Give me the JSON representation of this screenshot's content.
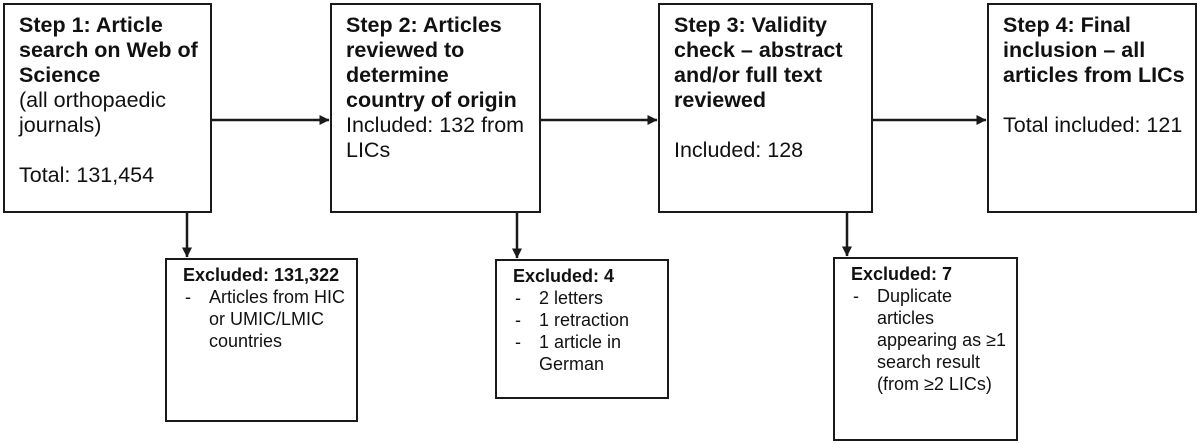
{
  "steps": [
    {
      "title": "Step 1: Article search on Web of Science",
      "detail": "(all orthopaedic journals)",
      "count": "Total: 131,454"
    },
    {
      "title": "Step 2: Articles reviewed to determine country of origin",
      "count": "Included: 132 from LICs"
    },
    {
      "title": "Step 3: Validity check – abstract and/or full text reviewed",
      "count": "Included: 128"
    },
    {
      "title": "Step 4: Final inclusion – all articles from LICs",
      "count": "Total included: 121"
    }
  ],
  "exclusions": [
    {
      "title": "Excluded: 131,322",
      "items": [
        "Articles from HIC or UMIC/LMIC countries"
      ]
    },
    {
      "title": "Excluded: 4",
      "items": [
        "2 letters",
        "1 retraction",
        "1 article in German"
      ]
    },
    {
      "title": "Excluded: 7",
      "items": [
        "Duplicate articles appearing as ≥1 search result (from ≥2 LICs)"
      ]
    }
  ],
  "colors": {
    "border": "#1a1a1a",
    "arrow": "#1a1a1a",
    "text": "#111111"
  }
}
